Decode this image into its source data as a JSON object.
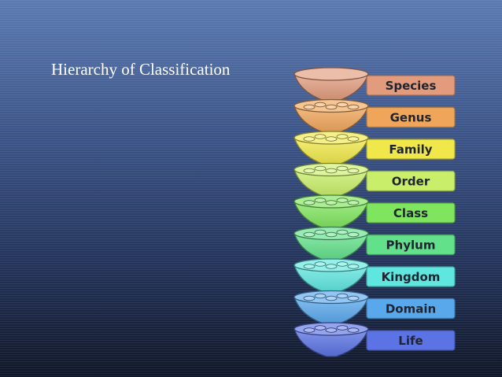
{
  "title": "Hierarchy of Classification",
  "colors": {
    "text": "#ffffff"
  },
  "ranks": [
    {
      "label": "Species",
      "color": "#e29b7c",
      "order": 1
    },
    {
      "label": "Genus",
      "color": "#f0a65a",
      "order": 2
    },
    {
      "label": "Family",
      "color": "#f0e84a",
      "order": 3
    },
    {
      "label": "Order",
      "color": "#c9ef6a",
      "order": 4
    },
    {
      "label": "Class",
      "color": "#7fe55e",
      "order": 5
    },
    {
      "label": "Phylum",
      "color": "#62e08a",
      "order": 6
    },
    {
      "label": "Kingdom",
      "color": "#5fe6df",
      "order": 7
    },
    {
      "label": "Domain",
      "color": "#5aa8ec",
      "order": 8
    },
    {
      "label": "Life",
      "color": "#5b73e4",
      "order": 9
    }
  ]
}
